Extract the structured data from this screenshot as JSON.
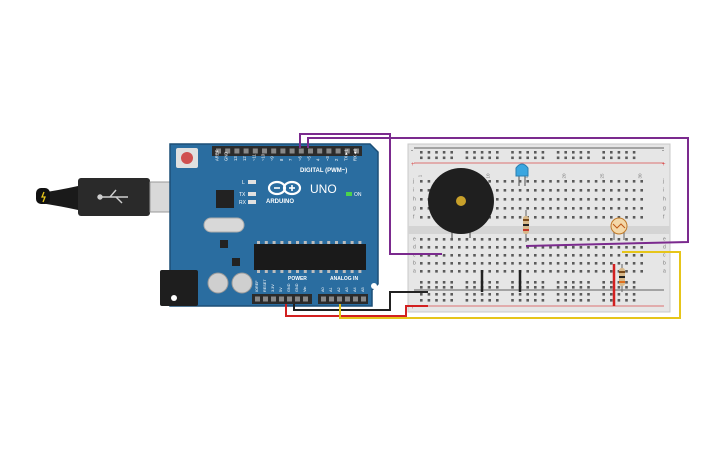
{
  "arduino": {
    "brand": "ARDUINO",
    "model": "UNO",
    "digital_label": "DIGITAL (PWM~)",
    "analog_label": "ANALOG IN",
    "power_label": "POWER",
    "on_label": "ON",
    "led_l": "L",
    "led_tx": "TX",
    "led_rx": "RX",
    "top_pins": [
      "AREF",
      "GND",
      "13",
      "12",
      "~11",
      "~10",
      "~9",
      "8",
      "7",
      "~6",
      "~5",
      "4",
      "~3",
      "2",
      "TX►1",
      "RX◄0"
    ],
    "power_pins": [
      "IOREF",
      "RESET",
      "3.3V",
      "5V",
      "GND",
      "GND",
      "Vin"
    ],
    "analog_pins": [
      "A0",
      "A1",
      "A2",
      "A3",
      "A4",
      "A5"
    ]
  },
  "breadboard": {
    "col_numbers_top": [
      "1",
      "5",
      "10",
      "15",
      "20",
      "25",
      "30"
    ],
    "row_letters_top": [
      "j",
      "i",
      "h",
      "g",
      "f"
    ],
    "row_letters_bottom": [
      "e",
      "d",
      "c",
      "b",
      "a"
    ],
    "rail_minus": "-",
    "rail_plus": "+"
  },
  "colors": {
    "board": "#2a6da0",
    "board_dark": "#1c4f77",
    "header": "#2b2b2b",
    "breadboard": "#e6e6e6",
    "hole": "#5a5a5a",
    "rail_red": "#d84b4b",
    "rail_dark": "#333333",
    "wire_purple": "#7b2a8e",
    "wire_red": "#d22020",
    "wire_black": "#222222",
    "wire_yellow": "#e6c51a",
    "buzzer": "#1f1f1f",
    "buzzer_center": "#c8a02a",
    "led": "#3aa6e0",
    "resistor": "#d8b98a",
    "ldr": "#e59a4a"
  },
  "components": {
    "usb_cable": "usb-cable",
    "buzzer": "piezo-buzzer",
    "led": "led-blue",
    "resistor_1": "resistor",
    "resistor_2": "resistor",
    "photoresistor": "photoresistor"
  }
}
